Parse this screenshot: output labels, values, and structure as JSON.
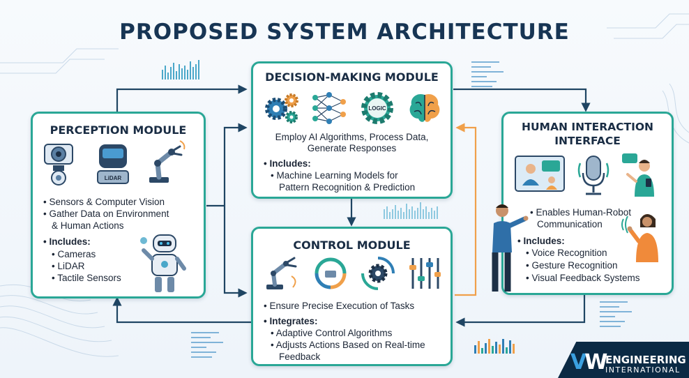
{
  "title": "PROPOSED SYSTEM ARCHITECTURE",
  "modules": {
    "perception": {
      "title": "PERCEPTION MODULE",
      "icons": [
        "camera-icon",
        "lidar-sensor-icon",
        "robotic-arm-icon"
      ],
      "icon_label": "LiDAR",
      "bullets": [
        "Sensors & Computer Vision",
        "Gather Data on Environment",
        "& Human Actions"
      ],
      "includes_label": "Includes:",
      "includes": [
        "Cameras",
        "LiDAR",
        "Tactile Sensors"
      ]
    },
    "decision": {
      "title": "DECISION-MAKING MODULE",
      "icons": [
        "gears-icon",
        "neural-network-icon",
        "logic-gear-icon",
        "brain-icon"
      ],
      "logic_label": "LOGIC",
      "description": [
        "Employ AI Algorithms, Process Data,",
        "Generate Responses"
      ],
      "includes_label": "Includes:",
      "includes": [
        "Machine Learning Models for",
        "Pattern Recognition & Prediction"
      ]
    },
    "control": {
      "title": "CONTROL MODULE",
      "icons": [
        "robotic-arm-icon",
        "cycle-arrows-icon",
        "gear-cycle-icon",
        "sliders-icon"
      ],
      "bullet": "Ensure Precise Execution of Tasks",
      "integrates_label": "Integrates:",
      "integrates": [
        "Adaptive Control Algorithms",
        "Adjusts Actions Based on Real-time",
        "Feedback"
      ]
    },
    "human": {
      "title_lines": [
        "HUMAN INTERACTION",
        "INTERFACE"
      ],
      "icons": [
        "video-call-icon",
        "microphone-icon",
        "chat-person-icon",
        "presenter-person-icon",
        "waving-person-icon"
      ],
      "bullets": [
        "Enables Human-Robot",
        "Communication"
      ],
      "includes_label": "Includes:",
      "includes": [
        "Voice Recognition",
        "Gesture Recognition",
        "Visual Feedback Systems"
      ]
    }
  },
  "logo": {
    "mark_v": "V",
    "mark_w": "W",
    "line1": "ENGINEERING",
    "line2": "INTERNATIONAL"
  },
  "colors": {
    "module_border": "#2aa796",
    "arrow_dark": "#1f4563",
    "arrow_orange": "#f0a04a",
    "title": "#173554"
  }
}
